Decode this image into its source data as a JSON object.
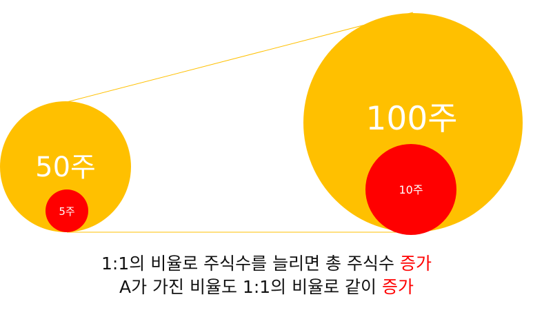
{
  "colors": {
    "big_circle": "#FFC000",
    "small_circle": "#FF0000",
    "connector": "#FFC000",
    "label_text": "#FFFFFF",
    "caption_text": "#111111",
    "highlight_text": "#FF0000"
  },
  "left_group": {
    "outer_label": "50주",
    "inner_label": "5주"
  },
  "right_group": {
    "outer_label": "100주",
    "inner_label": "10주"
  },
  "caption": {
    "line1_text": "1:1의 비율로 주식수를 늘리면 총 주식수 ",
    "line1_highlight": "증가",
    "line2_text": "A가 가진 비율도 1:1의 비율로 같이 ",
    "line2_highlight": "증가"
  }
}
